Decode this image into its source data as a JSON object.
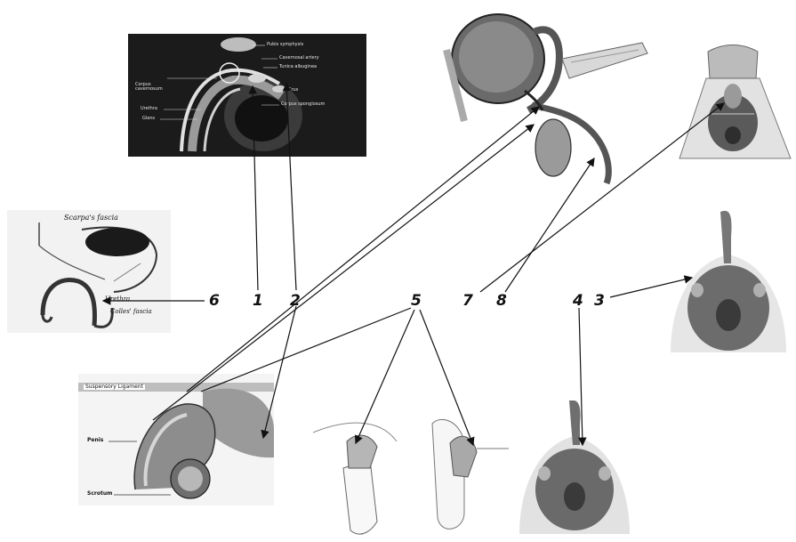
{
  "figure_a": {
    "labels": [
      "Pubis symphysis",
      "Cavernosal artery",
      "Tunica albuginea",
      "Crus",
      "Corpus spongiosum",
      "Corpus cavernosum",
      "Urethra",
      "Glans"
    ]
  },
  "figure_b": {
    "labels": [
      "Scarpa's fascia",
      "Urethra",
      "Colles' fascia"
    ]
  },
  "figure_c": {
    "labels": [
      "Suspensory Ligament",
      "Penis",
      "Scrotum"
    ]
  },
  "markers": [
    "6",
    "1",
    "2",
    "5",
    "7",
    "8",
    "4",
    "3"
  ]
}
